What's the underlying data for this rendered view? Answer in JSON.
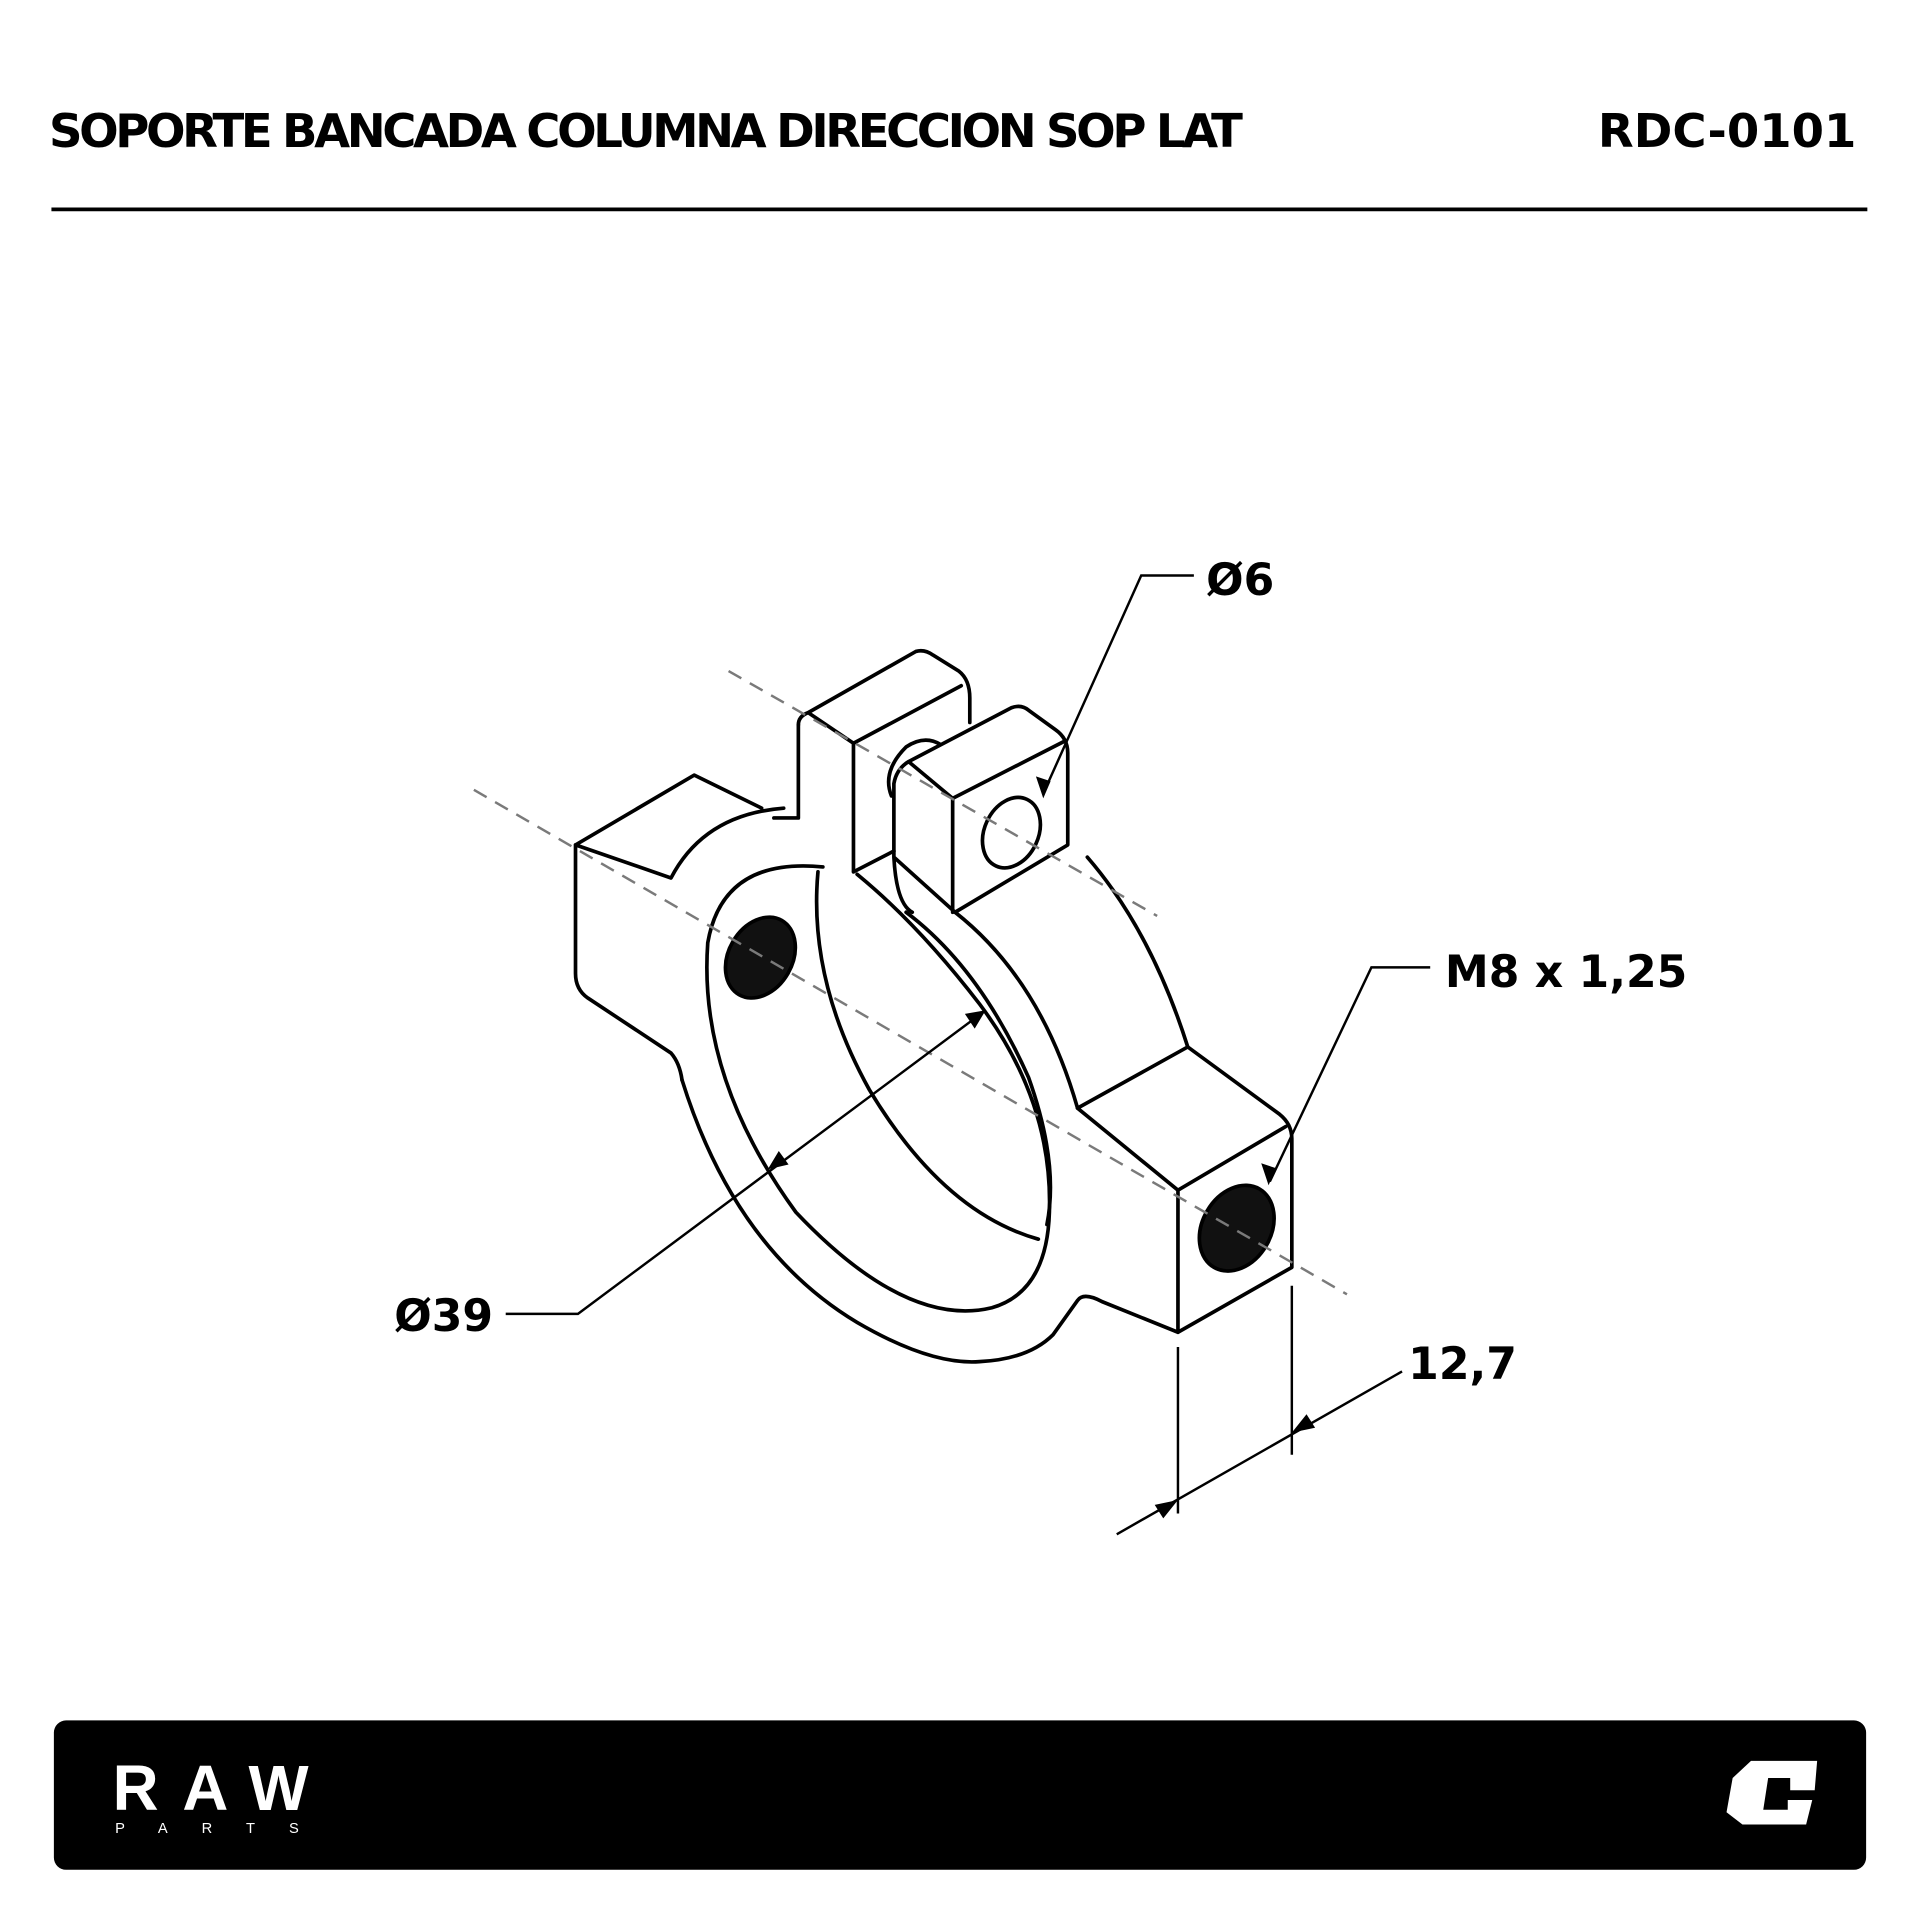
{
  "header": {
    "title": "SOPORTE BANCADA COLUMNA DIRECCION SOP LAT",
    "code": "RDC-0101"
  },
  "dimensions": {
    "hole_diameter": "Ø6",
    "bore_diameter": "Ø39",
    "thread": "M8 x 1,25",
    "width": "12,7"
  },
  "footer": {
    "brand": "RAW",
    "brand_sub": "PARTS",
    "colors": {
      "background": "#000000",
      "logo": "#ffffff"
    }
  }
}
